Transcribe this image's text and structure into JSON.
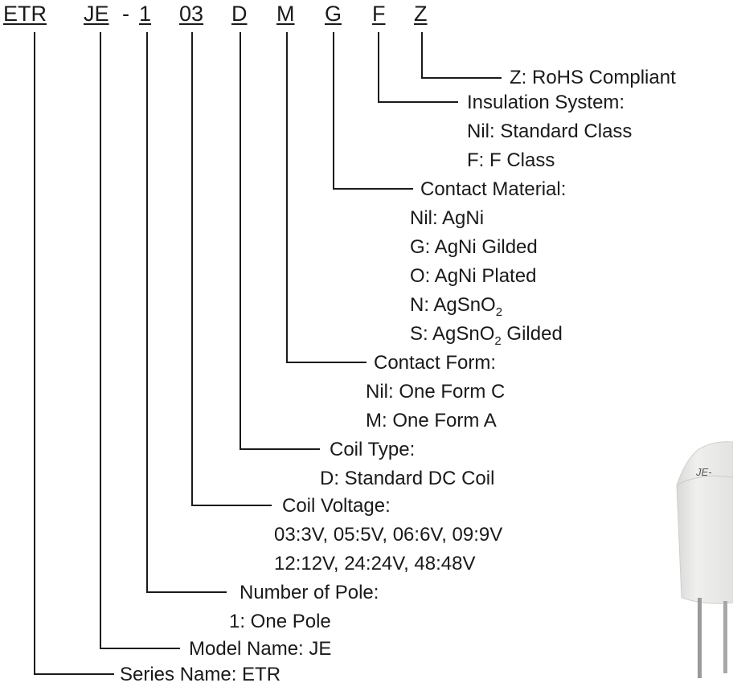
{
  "part_code": [
    "ETR",
    "JE",
    "1",
    "03",
    "D",
    "M",
    "G",
    "F",
    "Z"
  ],
  "separator": "-",
  "items": {
    "z": [
      "Z: RoHS Compliant"
    ],
    "f": [
      "Insulation System:",
      "Nil: Standard Class",
      "F: F Class"
    ],
    "g": [
      "Contact Material:",
      "Nil: AgNi",
      "G: AgNi Gilded",
      "O: AgNi Plated"
    ],
    "g_n": {
      "pre": "N: AgSnO",
      "sub": "2",
      "post": ""
    },
    "g_s": {
      "pre": "S: AgSnO",
      "sub": "2",
      "post": " Gilded"
    },
    "m": [
      "Contact Form:",
      "Nil: One Form C",
      "M: One Form A"
    ],
    "d": [
      "Coil Type:",
      "D: Standard DC Coil"
    ],
    "v": [
      "Coil Voltage:",
      "03:3V, 05:5V, 06:6V, 09:9V",
      "12:12V, 24:24V, 48:48V"
    ],
    "p": [
      "Number of Pole:",
      "1: One Pole"
    ],
    "je": [
      "Model Name: JE"
    ],
    "etr": [
      "Series Name: ETR"
    ]
  },
  "colors": {
    "text": "#1a1a1a",
    "relay_body": "#e6e6e4",
    "relay_pin": "#9a9a9a"
  },
  "image": {
    "relay_marking": "JE-"
  }
}
